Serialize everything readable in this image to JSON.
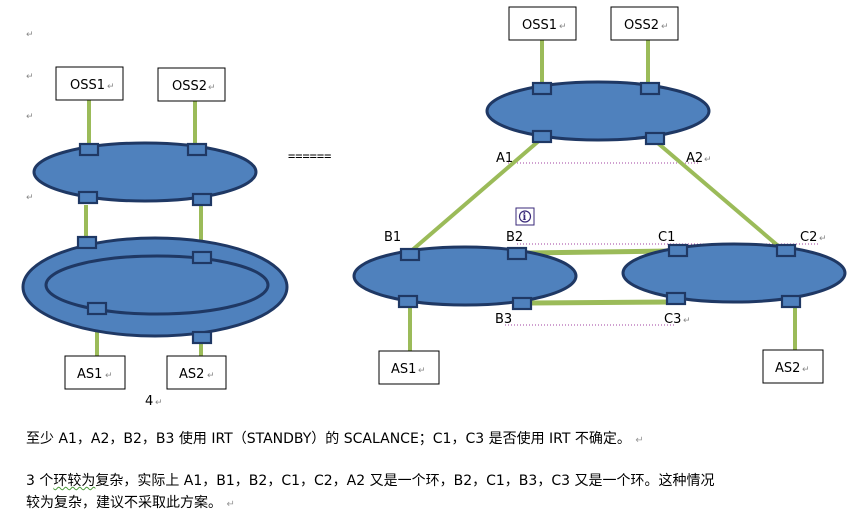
{
  "left_diagram": {
    "oss": [
      "OSS1",
      "OSS2"
    ],
    "as": [
      "AS1",
      "AS2"
    ],
    "caption": "4"
  },
  "separator": "======",
  "right_diagram": {
    "oss": [
      "OSS1",
      "OSS2"
    ],
    "as": [
      "AS1",
      "AS2"
    ],
    "port_labels": {
      "A1": "A1",
      "A2": "A2",
      "B1": "B1",
      "B2": "B2",
      "B3": "B3",
      "C1": "C1",
      "C2": "C2",
      "C3": "C3"
    },
    "info_icon": "i"
  },
  "paragraph_mark": "↵",
  "text": {
    "line1": "至少 A1，A2，B2，B3 使用 IRT（STANDBY）的 SCALANCE；C1，C3 是否使用 IRT 不确定。",
    "line2_prefix": "3 个",
    "line2_squiggle": "环较为",
    "line2_rest": "复杂，实际上 A1，B1，B2，C1，C2，A2 又是一个环，B2，C1，B3，C3 又是一个环。这种情况",
    "line3": "较为复杂，建议不采取此方案。"
  },
  "colors": {
    "ring_fill": "#4f81bd",
    "ring_stroke": "#1f3864",
    "link": "#9bbb59"
  }
}
